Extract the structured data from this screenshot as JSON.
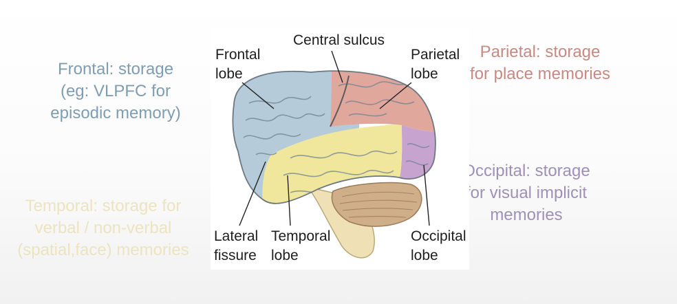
{
  "notes": {
    "frontal": {
      "lines": [
        "Frontal: storage",
        "(eg: VLPFC for",
        "episodic memory)"
      ],
      "color": "#7e9db2"
    },
    "parietal": {
      "lines": [
        "Parietal: storage",
        "for place memories"
      ],
      "color": "#c98882"
    },
    "occipital": {
      "lines": [
        "Occipital: storage",
        "for visual implicit",
        "memories"
      ],
      "color": "#9e90b6"
    },
    "temporal": {
      "lines": [
        "Temporal: storage for",
        "verbal / non-verbal",
        "(spatial,face) memories"
      ],
      "color": "#ece4bf"
    }
  },
  "figure": {
    "labels": {
      "central_sulcus": "Central sulcus",
      "frontal": [
        "Frontal",
        "lobe"
      ],
      "parietal": [
        "Parietal",
        "lobe"
      ],
      "lateral": [
        "Lateral",
        "fissure"
      ],
      "temporal": [
        "Temporal",
        "lobe"
      ],
      "occipital": [
        "Occipital",
        "lobe"
      ]
    },
    "lobe_colors": {
      "frontal": "#b5cbd9",
      "parietal": "#e0a79c",
      "temporal": "#f1e79c",
      "occipital": "#c7a3cf",
      "cerebellum": "#cfae8a",
      "brainstem": "#efe1b5"
    }
  }
}
